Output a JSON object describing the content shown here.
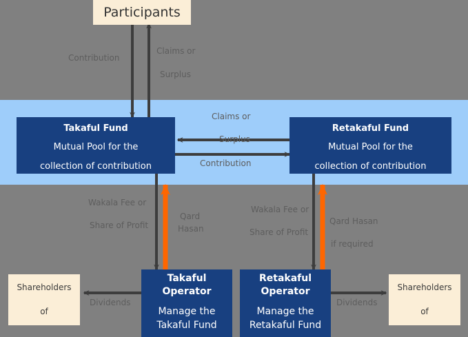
{
  "colors": {
    "background": "#808080",
    "band": "#9ecdfa",
    "fund_box": "#184080",
    "cream_box": "#fbeed7",
    "arrow_dark": "#3d3d3d",
    "arrow_orange": "#ff6600",
    "label_text": "#5d5d5d",
    "fund_text": "#ffffff"
  },
  "nodes": {
    "participants": {
      "title": "Participants"
    },
    "takaful_fund": {
      "title": "Takaful Fund",
      "line1": "Mutual Pool for the",
      "line2": "collection of contribution"
    },
    "retakaful_fund": {
      "title": "Retakaful Fund",
      "line1": "Mutual Pool for the",
      "line2": "collection of contribution"
    },
    "takaful_operator": {
      "title_line1": "Takaful",
      "title_line2": "Operator",
      "line1": "Manage the",
      "line2": "Takaful Fund"
    },
    "retakaful_operator": {
      "title_line1": "Retakaful",
      "title_line2": "Operator",
      "line1": "Manage the",
      "line2": "Retakaful Fund"
    },
    "shareholders_left": {
      "line1": "Shareholders",
      "line2": "of"
    },
    "shareholders_right": {
      "line1": "Shareholders",
      "line2": "of"
    }
  },
  "labels": {
    "contribution_top": "Contribution",
    "claims_or_top_line1": "Claims or",
    "claims_or_top_line2": "Surplus",
    "claims_or_mid_line1": "Claims or",
    "claims_or_mid_line2": "Surplus",
    "contribution_mid": "Contribution",
    "wakala_left_line1": "Wakala Fee or",
    "wakala_left_line2": "Share of Profit",
    "qard_left_line1": "Qard",
    "qard_left_line2": "Hasan",
    "wakala_right_line1": "Wakala Fee or",
    "wakala_right_line2": "Share of Profit",
    "qard_right_line1": "Qard Hasan",
    "qard_right_line2": "if required",
    "dividends_left": "Dividends",
    "dividends_right": "Dividends"
  }
}
